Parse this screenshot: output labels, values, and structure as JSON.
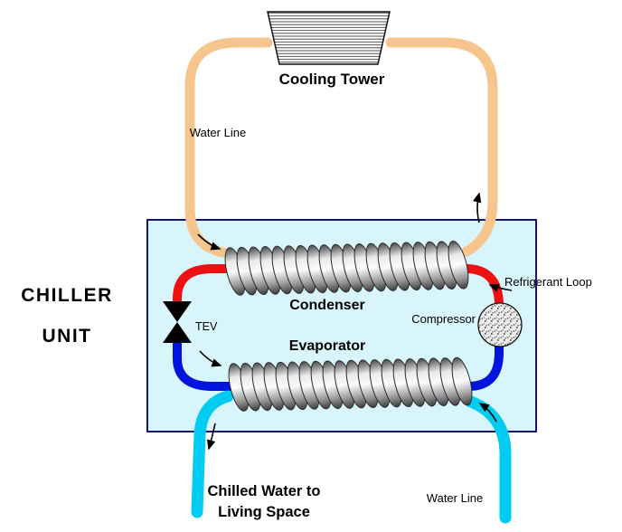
{
  "diagram": {
    "title_line1": "CHILLER",
    "title_line2": "UNIT",
    "labels": {
      "cooling_tower": "Cooling Tower",
      "water_line_top": "Water Line",
      "condenser": "Condenser",
      "evaporator": "Evaporator",
      "refrigerant_loop": "Refrigerant Loop",
      "compressor": "Compressor",
      "tev": "TEV",
      "chilled_water_line1": "Chilled Water to",
      "chilled_water_line2": "Living Space",
      "water_line_bottom": "Water Line"
    },
    "colors": {
      "water_warm": "#F6C58E",
      "water_chilled": "#00CCF2",
      "refrigerant_hot": "#EE1111",
      "refrigerant_cold": "#0014DD",
      "chiller_box_fill": "#D9F5FC",
      "chiller_box_border": "#16166B",
      "title_color": "#3434A8"
    }
  }
}
